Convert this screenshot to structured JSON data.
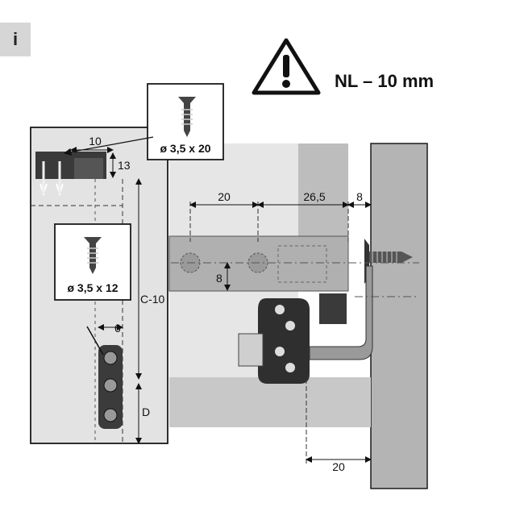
{
  "info_badge": "i",
  "warning": {
    "icon": "warning-triangle-icon",
    "text": "NL – 10 mm"
  },
  "screws": {
    "top": "ø 3,5 x 20",
    "side": "ø 3,5 x 12"
  },
  "dimensions": {
    "d10": "10",
    "d13": "13",
    "d20_top": "20",
    "d26_5": "26,5",
    "d8_top": "8",
    "d8_vert": "8",
    "c10": "C-10",
    "d6": "6",
    "dD": "D",
    "d20_bottom": "20"
  },
  "colors": {
    "panel_light": "#e3e3e3",
    "panel_mid": "#c8c8c8",
    "wall": "#b4b4b4",
    "bracket": "#a8a8a8",
    "outline": "#1a1a1a"
  }
}
